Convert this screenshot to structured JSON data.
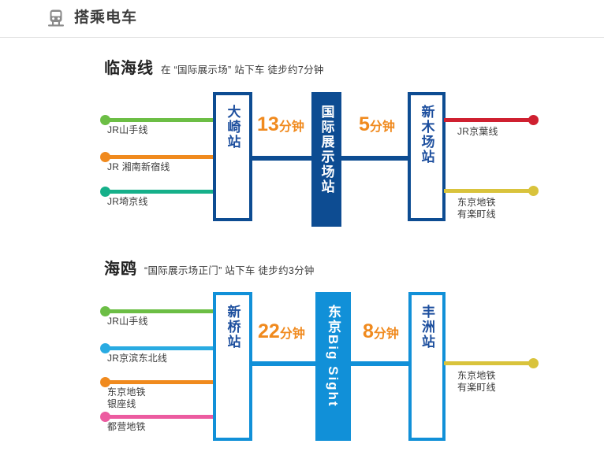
{
  "header": {
    "title": "搭乘电车",
    "icon": "train-icon"
  },
  "sections": [
    {
      "key": "rinkai",
      "name": "临海线",
      "subtitle": "在 “国际展示场” 站下车 徒步约7分钟",
      "stations": [
        {
          "name": "大崎站",
          "style": "outline-navy"
        },
        {
          "name": "国际展示场站",
          "style": "filled-navy"
        },
        {
          "name": "新木场站",
          "style": "outline-navy"
        }
      ],
      "times": [
        {
          "value": "13",
          "unit": "分钟"
        },
        {
          "value": "5",
          "unit": "分钟"
        }
      ],
      "left_lines": [
        {
          "label": "JR山手线",
          "color": "#6cbe45"
        },
        {
          "label": "JR 湘南新宿线",
          "color": "#f08a1e"
        },
        {
          "label": "JR埼京线",
          "color": "#16b08a"
        }
      ],
      "right_lines": [
        {
          "label": "JR京葉线",
          "color": "#cf2030"
        },
        {
          "label": "东京地铁\n有楽町线",
          "color": "#d9c33c"
        }
      ]
    },
    {
      "key": "yurikamome",
      "name": "海鸥",
      "subtitle": "“国际展示场正门” 站下车 徒步约3分钟",
      "stations": [
        {
          "name": "新桥站",
          "style": "outline-cyan"
        },
        {
          "name": "东京Big Sight",
          "style": "filled-cyan"
        },
        {
          "name": "丰洲站",
          "style": "outline-cyan"
        }
      ],
      "times": [
        {
          "value": "22",
          "unit": "分钟"
        },
        {
          "value": "8",
          "unit": "分钟"
        }
      ],
      "left_lines": [
        {
          "label": "JR山手线",
          "color": "#6cbe45"
        },
        {
          "label": "JR京滨东北线",
          "color": "#29abe2"
        },
        {
          "label": "东京地铁\n银座线",
          "color": "#f08a1e"
        },
        {
          "label": "都营地铁",
          "color": "#ec5ba0"
        }
      ],
      "right_lines": [
        {
          "label": "东京地铁\n有楽町线",
          "color": "#d9c33c"
        }
      ]
    }
  ],
  "colors": {
    "navy": "#0d4c92",
    "cyan": "#1190d8",
    "orange_time": "#f08a1e",
    "divider": "#e2e2e2"
  }
}
